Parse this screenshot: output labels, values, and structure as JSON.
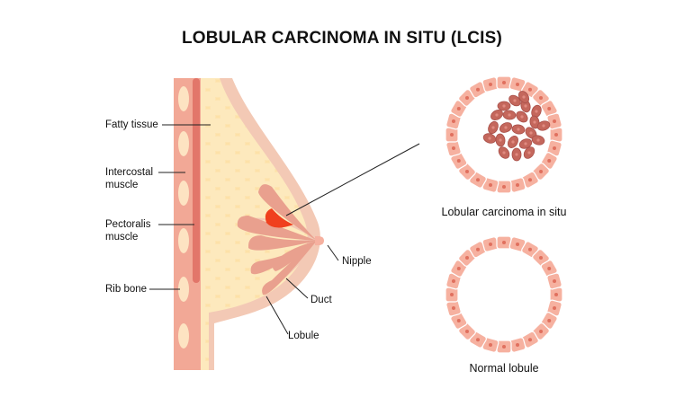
{
  "title": "LOBULAR CARCINOMA IN SITU (LCIS)",
  "labels": {
    "fatty_tissue": "Fatty tissue",
    "intercostal_1": "Intercostal",
    "intercostal_2": "muscle",
    "pectoralis_1": "Pectoralis",
    "pectoralis_2": "muscle",
    "rib_bone": "Rib bone",
    "nipple": "Nipple",
    "duct": "Duct",
    "lobule": "Lobule"
  },
  "captions": {
    "lcis": "Lobular carcinoma in situ",
    "normal": "Normal lobule"
  },
  "colors": {
    "chest_wall": "#f2a896",
    "muscle_stripe": "#e2766a",
    "rib": "#fde3c2",
    "breast_outer": "#f3c9b5",
    "fat": "#fde1a8",
    "lobule": "#e9a08e",
    "tumor": "#f0401e",
    "cell": "#f6b1a0",
    "cell_nucleus": "#e0705e",
    "cancer_cell": "#c4675c"
  }
}
